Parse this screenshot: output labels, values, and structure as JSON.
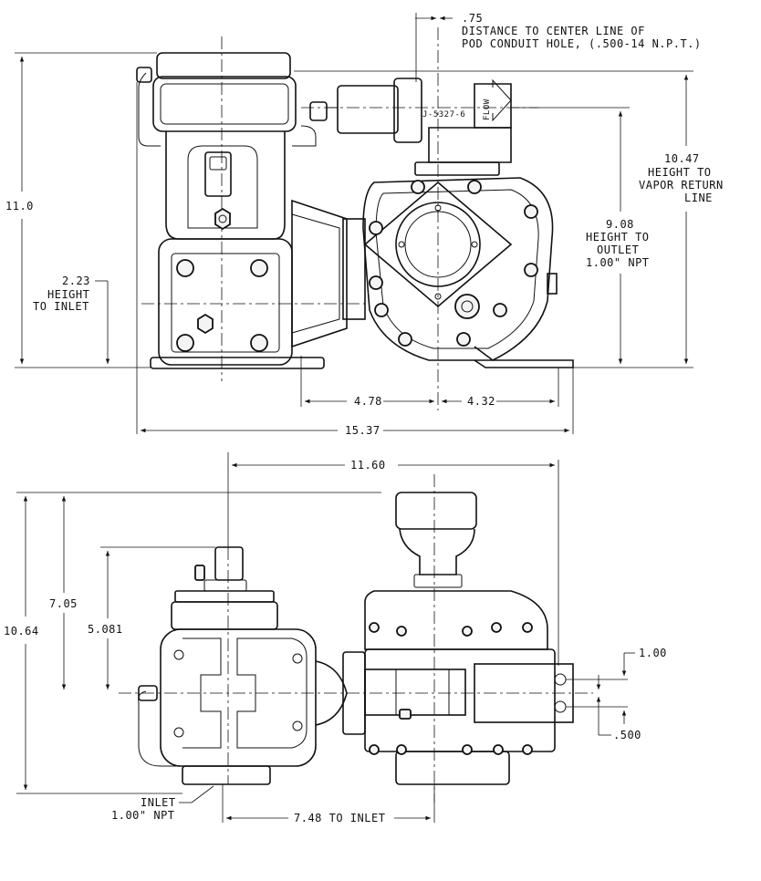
{
  "top_view": {
    "dim_075": ".75",
    "note_conduit_1": "DISTANCE TO CENTER LINE OF",
    "note_conduit_2": "POD CONDUIT HOLE, (.500-14 N.P.T.)",
    "dim_110": "11.0",
    "dim_223": "2.23",
    "label_inlet_1": "HEIGHT",
    "label_inlet_2": "TO INLET",
    "dim_1047": "10.47",
    "label_vapor_1": "HEIGHT TO",
    "label_vapor_2": "VAPOR RETURN",
    "label_vapor_3": "LINE",
    "dim_908": "9.08",
    "label_outlet_1": "HEIGHT TO",
    "label_outlet_2": "OUTLET",
    "label_outlet_3": "1.00\" NPT",
    "dim_478": "4.78",
    "dim_432": "4.32",
    "dim_1537": "15.37",
    "valve_tag": "J-5327-6",
    "flow_tag": "FLOW"
  },
  "bottom_view": {
    "dim_1160": "11.60",
    "dim_1064": "10.64",
    "dim_705": "7.05",
    "dim_5081": "5.081",
    "dim_100": "1.00",
    "dim_500": ".500",
    "label_inlet": "INLET",
    "label_inlet_npt": "1.00\" NPT",
    "dim_748": "7.48 TO INLET"
  }
}
